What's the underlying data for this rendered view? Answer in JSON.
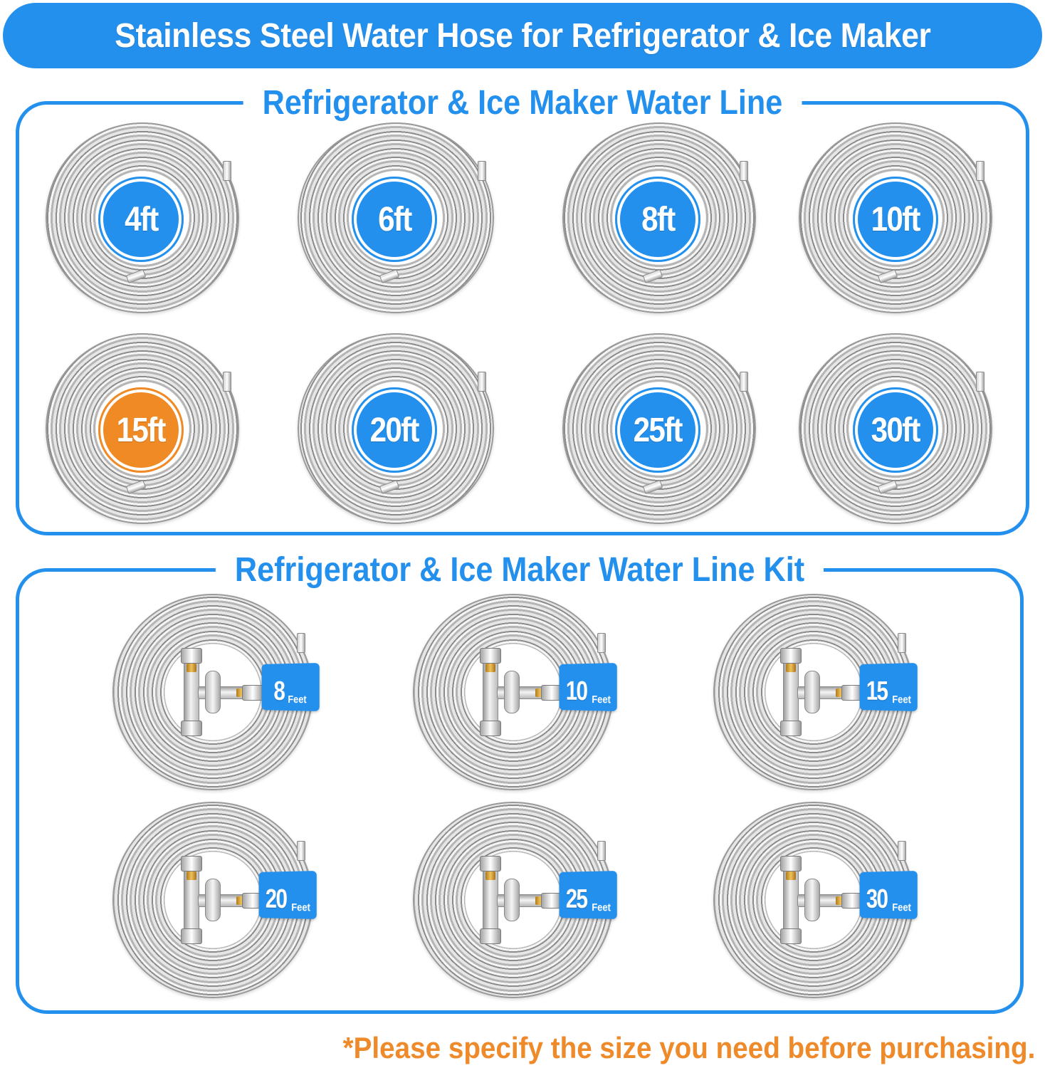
{
  "banner": {
    "title": "Stainless Steel Water Hose for Refrigerator & Ice Maker"
  },
  "colors": {
    "accent_blue": "#2490ee",
    "highlight_orange": "#f08a24",
    "note_orange": "#ef8a2a"
  },
  "water_line": {
    "title": "Refrigerator & Ice Maker Water Line",
    "items": [
      {
        "label": "4ft",
        "color": "blue"
      },
      {
        "label": "6ft",
        "color": "blue"
      },
      {
        "label": "8ft",
        "color": "blue"
      },
      {
        "label": "10ft",
        "color": "blue"
      },
      {
        "label": "15ft",
        "color": "orange"
      },
      {
        "label": "20ft",
        "color": "blue"
      },
      {
        "label": "25ft",
        "color": "blue"
      },
      {
        "label": "30ft",
        "color": "blue"
      }
    ]
  },
  "water_line_kit": {
    "title": "Refrigerator & Ice Maker Water Line Kit",
    "items": [
      {
        "number": "8",
        "unit": "Feet"
      },
      {
        "number": "10",
        "unit": "Feet"
      },
      {
        "number": "15",
        "unit": "Feet"
      },
      {
        "number": "20",
        "unit": "Feet"
      },
      {
        "number": "25",
        "unit": "Feet"
      },
      {
        "number": "30",
        "unit": "Feet"
      }
    ]
  },
  "footer": {
    "note": "*Please specify the size you need before purchasing."
  }
}
